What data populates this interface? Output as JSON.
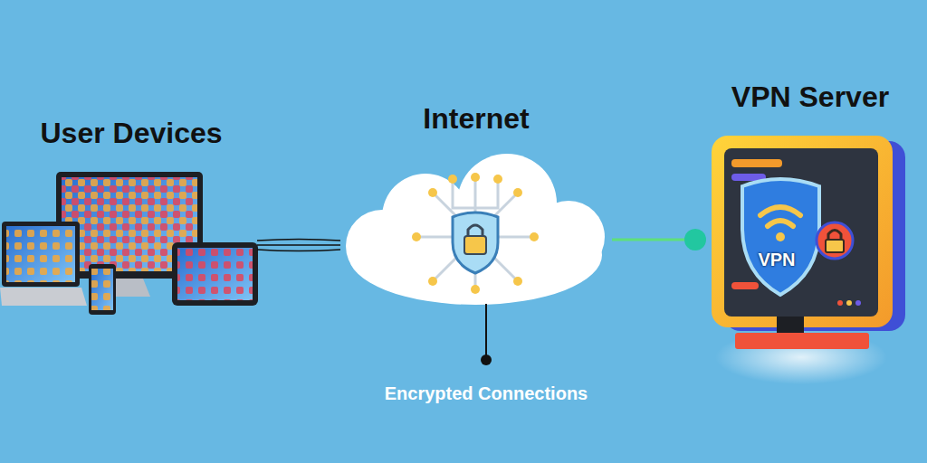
{
  "diagram": {
    "nodes": [
      {
        "text": [
          "User Devices"
        ]
      },
      {
        "text": [
          "Internet"
        ]
      },
      {
        "text": [
          "VPN Server",
          "VPN"
        ]
      }
    ],
    "edges": [
      {
        "from": 0,
        "to": 1,
        "arrow": "none"
      },
      {
        "from": 1,
        "to": 2,
        "arrow": "none"
      }
    ],
    "labels": [
      "Encrypted Connections"
    ]
  }
}
